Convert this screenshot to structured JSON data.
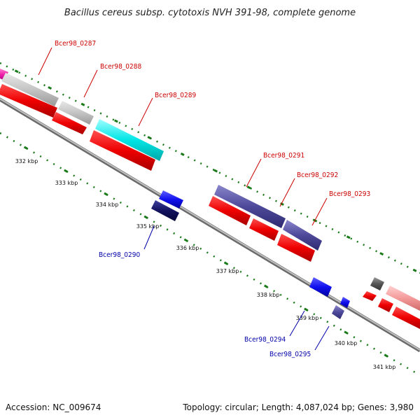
{
  "title": "Bacillus cereus subsp. cytotoxis NVH 391-98, complete genome",
  "footer": {
    "accession": "Accession: NC_009674",
    "summary": "Topology: circular; Length: 4,087,024 bp; Genes: 3,980"
  },
  "colors": {
    "forward_label": "#cc0000",
    "reverse_label": "#0000aa",
    "tick": "#1a7a1a",
    "backbone": "#8a8a8a"
  },
  "kbp_labels": [
    "332 kbp",
    "333 kbp",
    "334 kbp",
    "335 kbp",
    "336 kbp",
    "337 kbp",
    "338 kbp",
    "339 kbp",
    "340 kbp",
    "341 kbp"
  ],
  "gene_labels": {
    "g287": "Bcer98_0287",
    "g288": "Bcer98_0288",
    "g289": "Bcer98_0289",
    "g290": "Bcer98_0290",
    "g291": "Bcer98_0291",
    "g292": "Bcer98_0292",
    "g293": "Bcer98_0293",
    "g294": "Bcer98_0294",
    "g295": "Bcer98_0295"
  }
}
